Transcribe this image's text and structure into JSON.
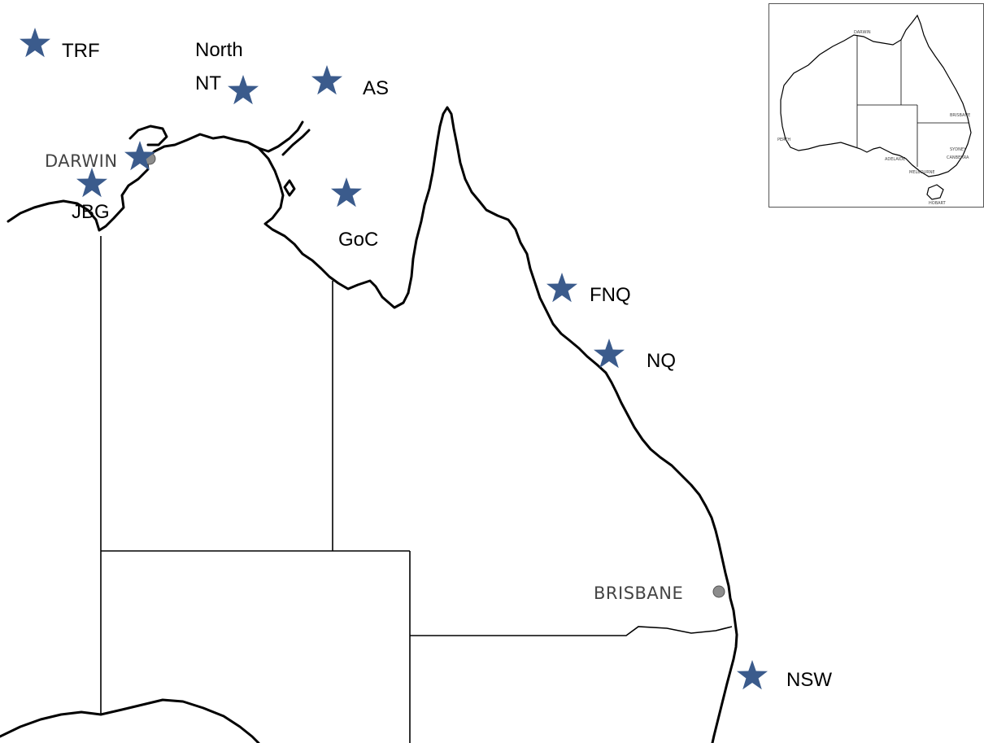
{
  "colors": {
    "star": "#3b5b8c",
    "city_dot": "#8c8c8c",
    "coastline": "#000000",
    "inset_border": "#555555"
  },
  "sites": [
    {
      "id": "TRF",
      "label": "TRF"
    },
    {
      "id": "NorthNT",
      "label_line1": "North",
      "label_line2": "NT"
    },
    {
      "id": "AS",
      "label": "AS"
    },
    {
      "id": "JBG",
      "label": "JBG"
    },
    {
      "id": "GoC",
      "label": "GoC"
    },
    {
      "id": "FNQ",
      "label": "FNQ"
    },
    {
      "id": "NQ",
      "label": "NQ"
    },
    {
      "id": "NSW",
      "label": "NSW"
    }
  ],
  "cities": {
    "darwin": "DARWIN",
    "brisbane": "BRISBANE"
  },
  "inset": {
    "cities": [
      "DARWIN",
      "PERTH",
      "ADELAIDE",
      "BRISBANE",
      "SYDNEY",
      "CANBERRA",
      "MELBOURNE",
      "HOBART"
    ]
  }
}
